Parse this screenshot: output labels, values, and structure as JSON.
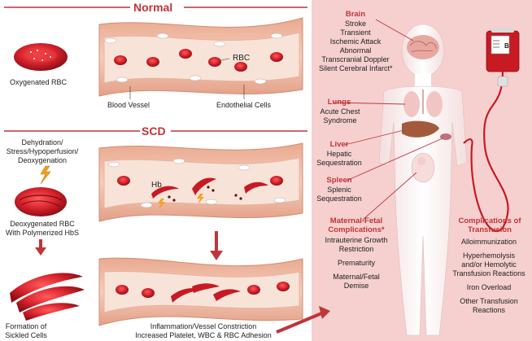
{
  "sections": {
    "normal_title": "Normal",
    "scd_title": "SCD"
  },
  "labels": {
    "oxygenated_rbc": "Oxygenated RBC",
    "blood_vessel": "Blood Vessel",
    "endothelial_cells": "Endothelial Cells",
    "rbc": "RBC",
    "hb": "Hb",
    "dehydration": [
      "Dehydration/",
      "Stress/Hypoperfusion/",
      "Deoxygenation"
    ],
    "deoxygenated_rbc": [
      "Deoxygenated RBC",
      "With Polymerized HbS"
    ],
    "sickled_cells": [
      "Formation of",
      "Sickled Cells"
    ],
    "inflammation": [
      "Inflammation/Vessel Constriction",
      "Increased Platelet, WBC & RBC Adhesion"
    ]
  },
  "organs": {
    "brain": {
      "title": "Brain",
      "items": [
        "Stroke",
        "Transient",
        "Ischemic Attack",
        "Abnormal",
        "Transcranial Doppler",
        "Silent Cerebral Infarct*"
      ]
    },
    "lungs": {
      "title": "Lungs",
      "items": [
        "Acute Chest",
        "Syndrome"
      ]
    },
    "liver": {
      "title": "Liver",
      "items": [
        "Hepatic",
        "Sequestration"
      ]
    },
    "spleen": {
      "title": "Spleen",
      "items": [
        "Splenic",
        "Sequestration"
      ]
    },
    "maternal": {
      "title": [
        "Maternal-Fetal",
        "Complications*"
      ],
      "items": [
        "Intrauterine Growth",
        "Restriction",
        "",
        "Prematurity",
        "",
        "Maternal/Fetal",
        "Demise"
      ]
    },
    "transfusion": {
      "title": [
        "Complications of",
        "Transfusion"
      ],
      "items": [
        "Alloimmunization",
        "",
        "Hyperhemolysis",
        "and/or Hemolytic",
        "Transfusion Reactions",
        "",
        "Iron Overload",
        "",
        "Other Transfusion",
        "Reactions"
      ]
    }
  },
  "blood_bag_label": "B",
  "colors": {
    "accent": "#c0343a",
    "panel": "#f5d0cf",
    "vessel": "#f4c6b3",
    "lumen": "#f7e1d6",
    "rbc": "#c71a24"
  }
}
